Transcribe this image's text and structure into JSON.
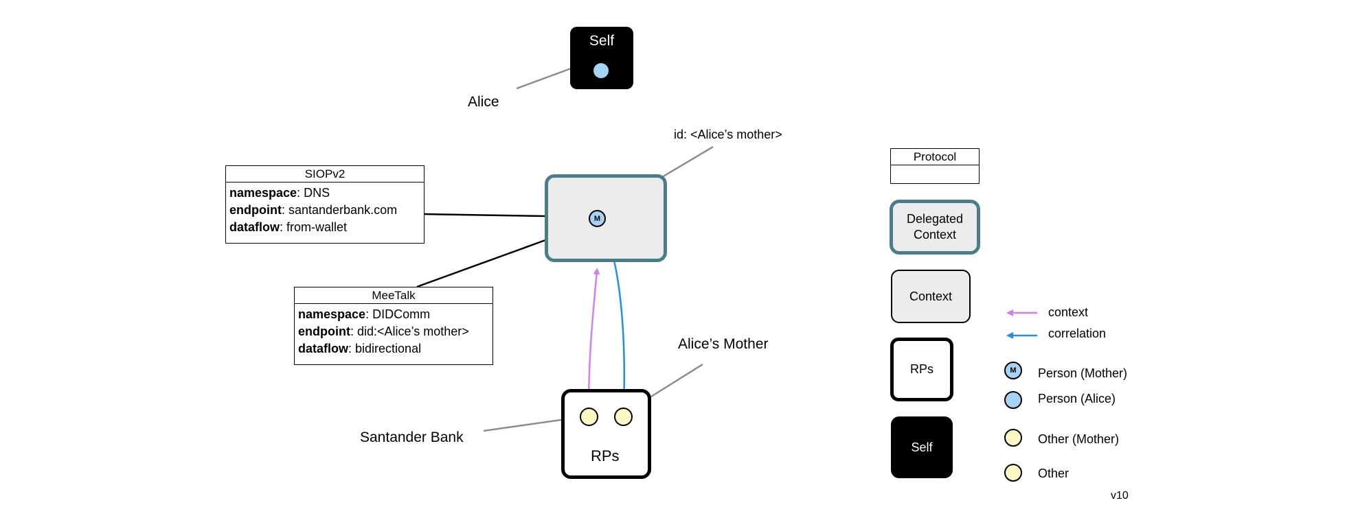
{
  "labels": {
    "alice": "Alice",
    "alice_mother": "Alice’s Mother",
    "santander_bank": "Santander Bank",
    "id_label": "id: <Alice’s mother>",
    "version": "v10"
  },
  "self_box": {
    "title": "Self"
  },
  "rps_box": {
    "title": "RPs"
  },
  "delegated_context": {
    "person_badge": "M"
  },
  "protocols": [
    {
      "title": "SIOPv2",
      "rows": [
        {
          "key": "namespace",
          "value": ": DNS"
        },
        {
          "key": "endpoint",
          "value": ": santanderbank.com"
        },
        {
          "key": "dataflow",
          "value": ": from-wallet"
        }
      ]
    },
    {
      "title": "MeeTalk",
      "rows": [
        {
          "key": "namespace",
          "value": ": DIDComm"
        },
        {
          "key": "endpoint",
          "value": ": did:<Alice’s mother>"
        },
        {
          "key": "dataflow",
          "value": ": bidirectional"
        }
      ]
    }
  ],
  "legend": {
    "protocol": "Protocol",
    "delegated_context": "Delegated Context",
    "context": "Context",
    "rps": "RPs",
    "self": "Self",
    "context_arrow": "context",
    "correlation_arrow": "correlation",
    "person_mother_badge": "M",
    "person_mother": "Person (Mother)",
    "person_alice": "Person (Alice)",
    "other_mother": "Other (Mother)",
    "other": "Other"
  },
  "colors": {
    "context_arrow": "#d17ff2",
    "correlation_arrow": "#1b8ff0",
    "delegated_border": "#4a7d8a",
    "context_fill": "#ececec",
    "person_fill": "#a7d3f3",
    "other_fill": "#fcf8c4",
    "connector_gray": "#8c8c8c"
  }
}
